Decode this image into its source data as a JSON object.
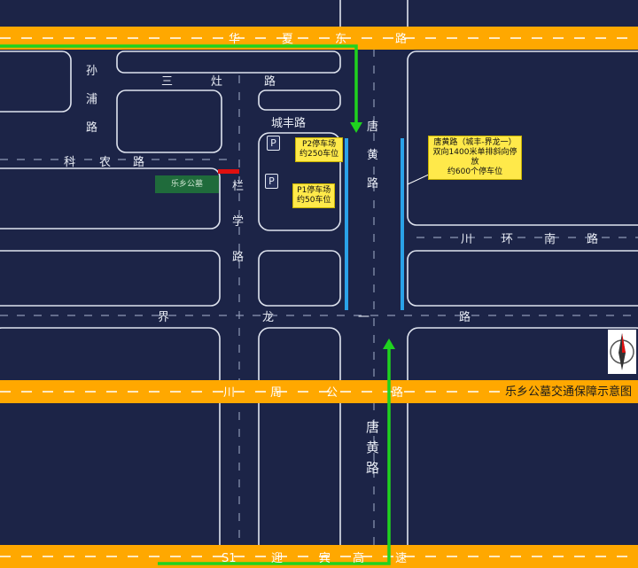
{
  "roads": {
    "huaxia_dong": [
      "华",
      "夏",
      "东",
      "路"
    ],
    "chuanzhou": [
      "川",
      "周",
      "公",
      "路"
    ],
    "s1": [
      "S1",
      "迎",
      "宾",
      "高",
      "速"
    ],
    "sunpu": [
      "孙",
      "浦",
      "路"
    ],
    "sanzao": [
      "三",
      "灶",
      "路"
    ],
    "keyi": [
      "科",
      "农",
      "路"
    ],
    "chengfeng": "城丰路",
    "tanghuang_north": [
      "唐",
      "黄",
      "路"
    ],
    "lanxue": [
      "栏",
      "学",
      "路"
    ],
    "chuanhuan_nan": [
      "川",
      "环",
      "南",
      "路"
    ],
    "jielong": [
      "界",
      "龙",
      "一",
      "路"
    ],
    "tanghuang_south": [
      "唐",
      "黄",
      "路"
    ]
  },
  "parking": {
    "p2_icon": "P",
    "p2_label": [
      "P2停车场",
      "约250车位"
    ],
    "p1_icon": "P",
    "p1_label": [
      "P1停车场",
      "约50车位"
    ]
  },
  "callout": [
    "唐黄路（城丰-界龙一）",
    "双向1400米单排斜向停放",
    "约600个停车位"
  ],
  "site_label": "乐乡公墓",
  "legend_title": "乐乡公墓交通保障示意图",
  "colors": {
    "background": "#1c2447",
    "main_road": "#ffa800",
    "route": "#1fd21f",
    "parking_lane": "#2aa2e8",
    "block_outline": "#dfe4ef",
    "site_fill": "#1f6b3b",
    "marker": "#e01010"
  },
  "icons": [
    "compass-icon",
    "parking-icon"
  ]
}
